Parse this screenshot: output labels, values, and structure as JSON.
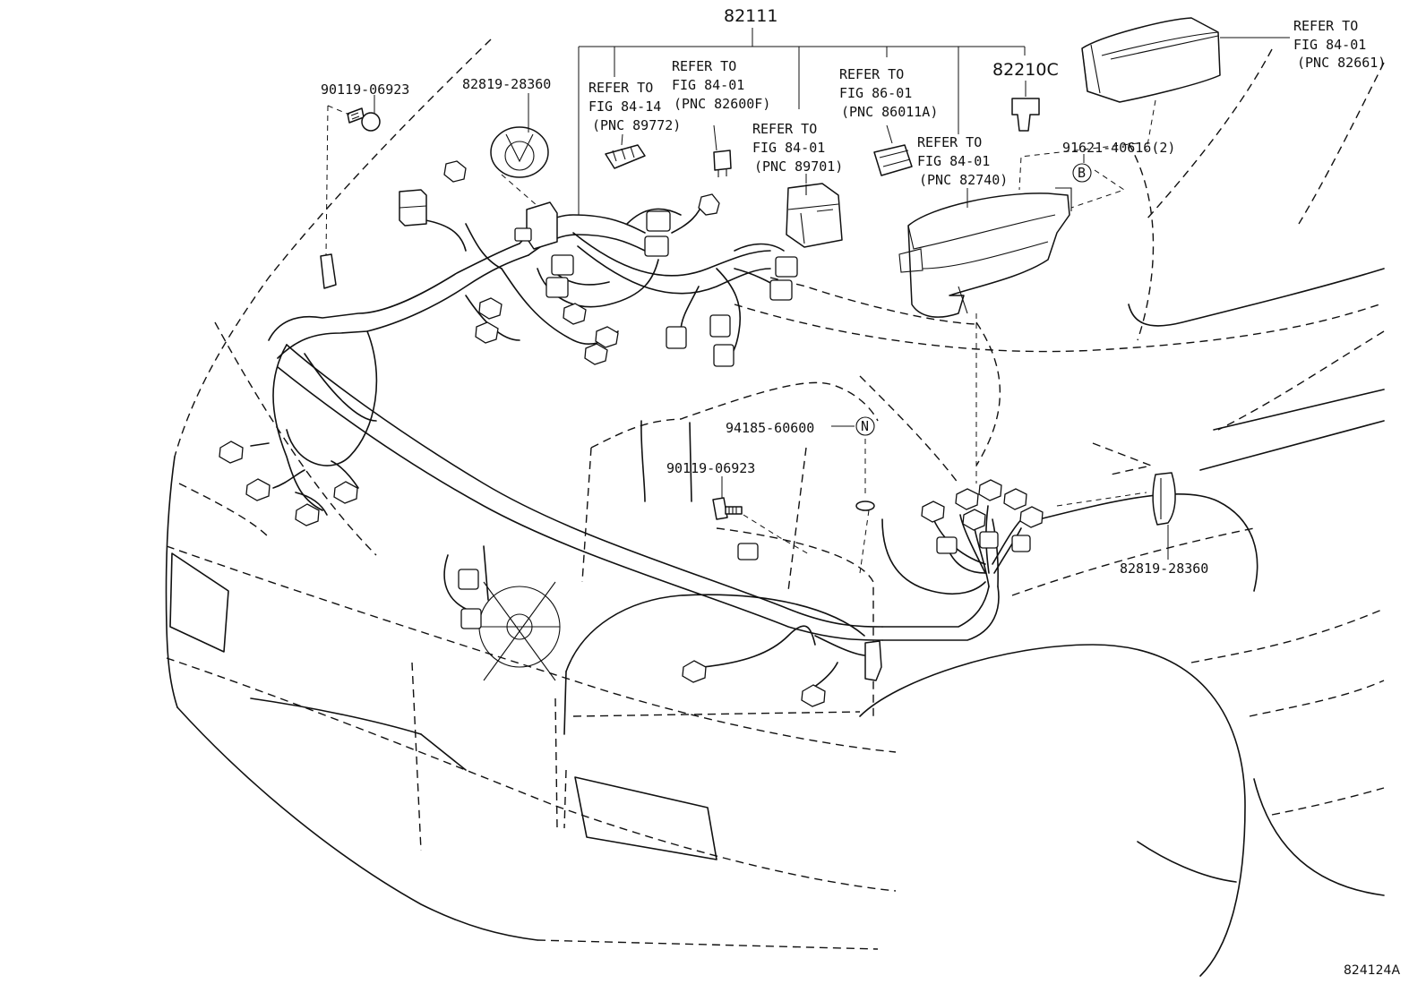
{
  "diagram_id": "824124A",
  "callouts": {
    "main_harness": "82111",
    "bolt_top": "90119-06923",
    "grommet_top": "82819-28360",
    "refer_89772": [
      "REFER TO",
      "FIG 84-14",
      "(PNC 89772)"
    ],
    "refer_82600f": [
      "REFER TO",
      "FIG 84-01",
      "(PNC 82600F)"
    ],
    "refer_89701": [
      "REFER TO",
      "FIG 84-01",
      "(PNC 89701)"
    ],
    "refer_86011a": [
      "REFER TO",
      "FIG 86-01",
      "(PNC 86011A)"
    ],
    "refer_82740": [
      "REFER TO",
      "FIG 84-01",
      "(PNC 82740)"
    ],
    "fuse_block_part": "82210C",
    "refer_82661": [
      "REFER TO",
      "FIG 84-01",
      "(PNC 82661)"
    ],
    "bolt_b": "91621-40616(2)",
    "marker_b": "B",
    "nut_n": "94185-60600",
    "marker_n": "N",
    "bolt_mid": "90119-06923",
    "grommet_right": "82819-28360"
  }
}
